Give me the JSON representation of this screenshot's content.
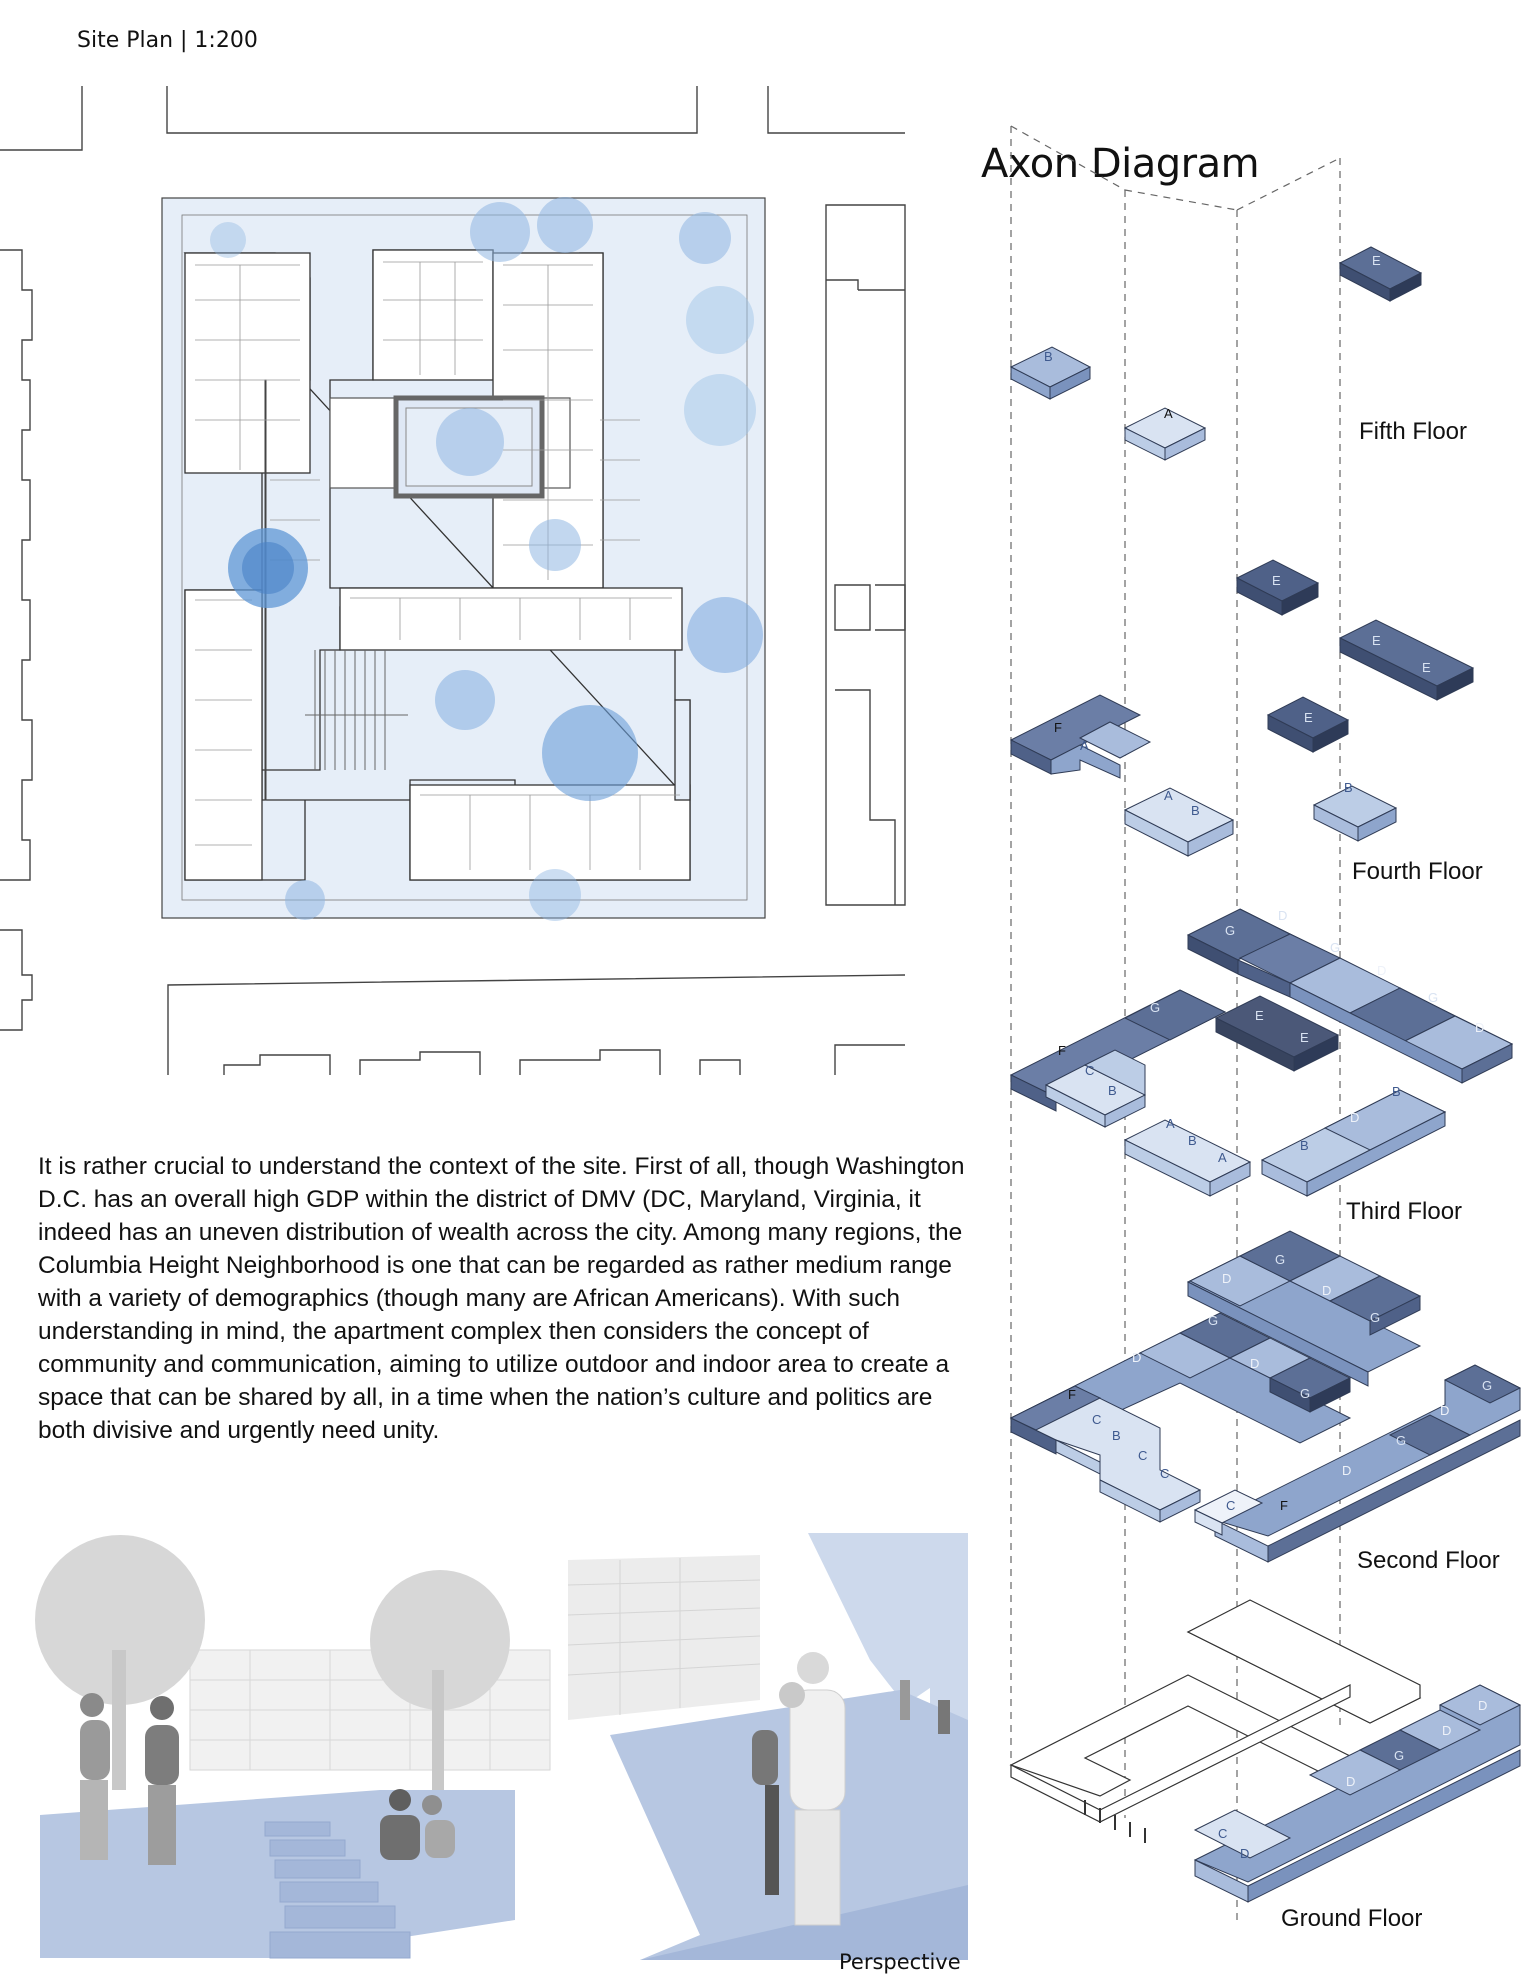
{
  "site_plan": {
    "title": "Site Plan | 1:200"
  },
  "axon": {
    "title": "Axon Diagram",
    "floors": [
      {
        "label": "Fifth Floor"
      },
      {
        "label": "Fourth Floor"
      },
      {
        "label": "Third Floor"
      },
      {
        "label": "Second Floor"
      },
      {
        "label": "Ground Floor"
      }
    ],
    "units": {
      "fifth": [
        "E",
        "B",
        "A"
      ],
      "fourth": [
        "E",
        "E",
        "E",
        "E",
        "F",
        "A",
        "A",
        "B",
        "B"
      ],
      "third": [
        "D",
        "G",
        "G",
        "D",
        "G",
        "D",
        "G",
        "E",
        "E",
        "F",
        "C",
        "B",
        "A",
        "B",
        "A",
        "B",
        "D",
        "B"
      ],
      "second": [
        "G",
        "D",
        "D",
        "G",
        "G",
        "D",
        "D",
        "G",
        "F",
        "C",
        "B",
        "C",
        "C",
        "G",
        "D",
        "G",
        "D",
        "C",
        "F"
      ],
      "ground": [
        "D",
        "D",
        "G",
        "D",
        "C",
        "D"
      ]
    }
  },
  "context": {
    "paragraph": "It is rather crucial to understand the context of the site. First of all, though Washington D.C. has an overall high GDP within the district of DMV (DC, Maryland, Virginia, it indeed has an uneven distribution of wealth across the city. Among many regions, the Columbia Height Neighborhood is one that can be regarded as rather medium range with a variety of demographics (though many are African Americans). With such understanding in mind, the apartment complex then considers the concept of community and communication, aiming to utilize outdoor and indoor area to create a space that can be shared by all, in a time when the nation’s culture and politics are both divisive and urgently need unity."
  },
  "perspective": {
    "caption": "Perspective"
  },
  "colors": {
    "light": "#d9e3f2",
    "mid": "#a9bcdc",
    "dark": "#5c6f96",
    "darker": "#3f4f72",
    "courtyard": "#e6eef8",
    "tree": "#6aa3d8",
    "line": "#333333"
  }
}
